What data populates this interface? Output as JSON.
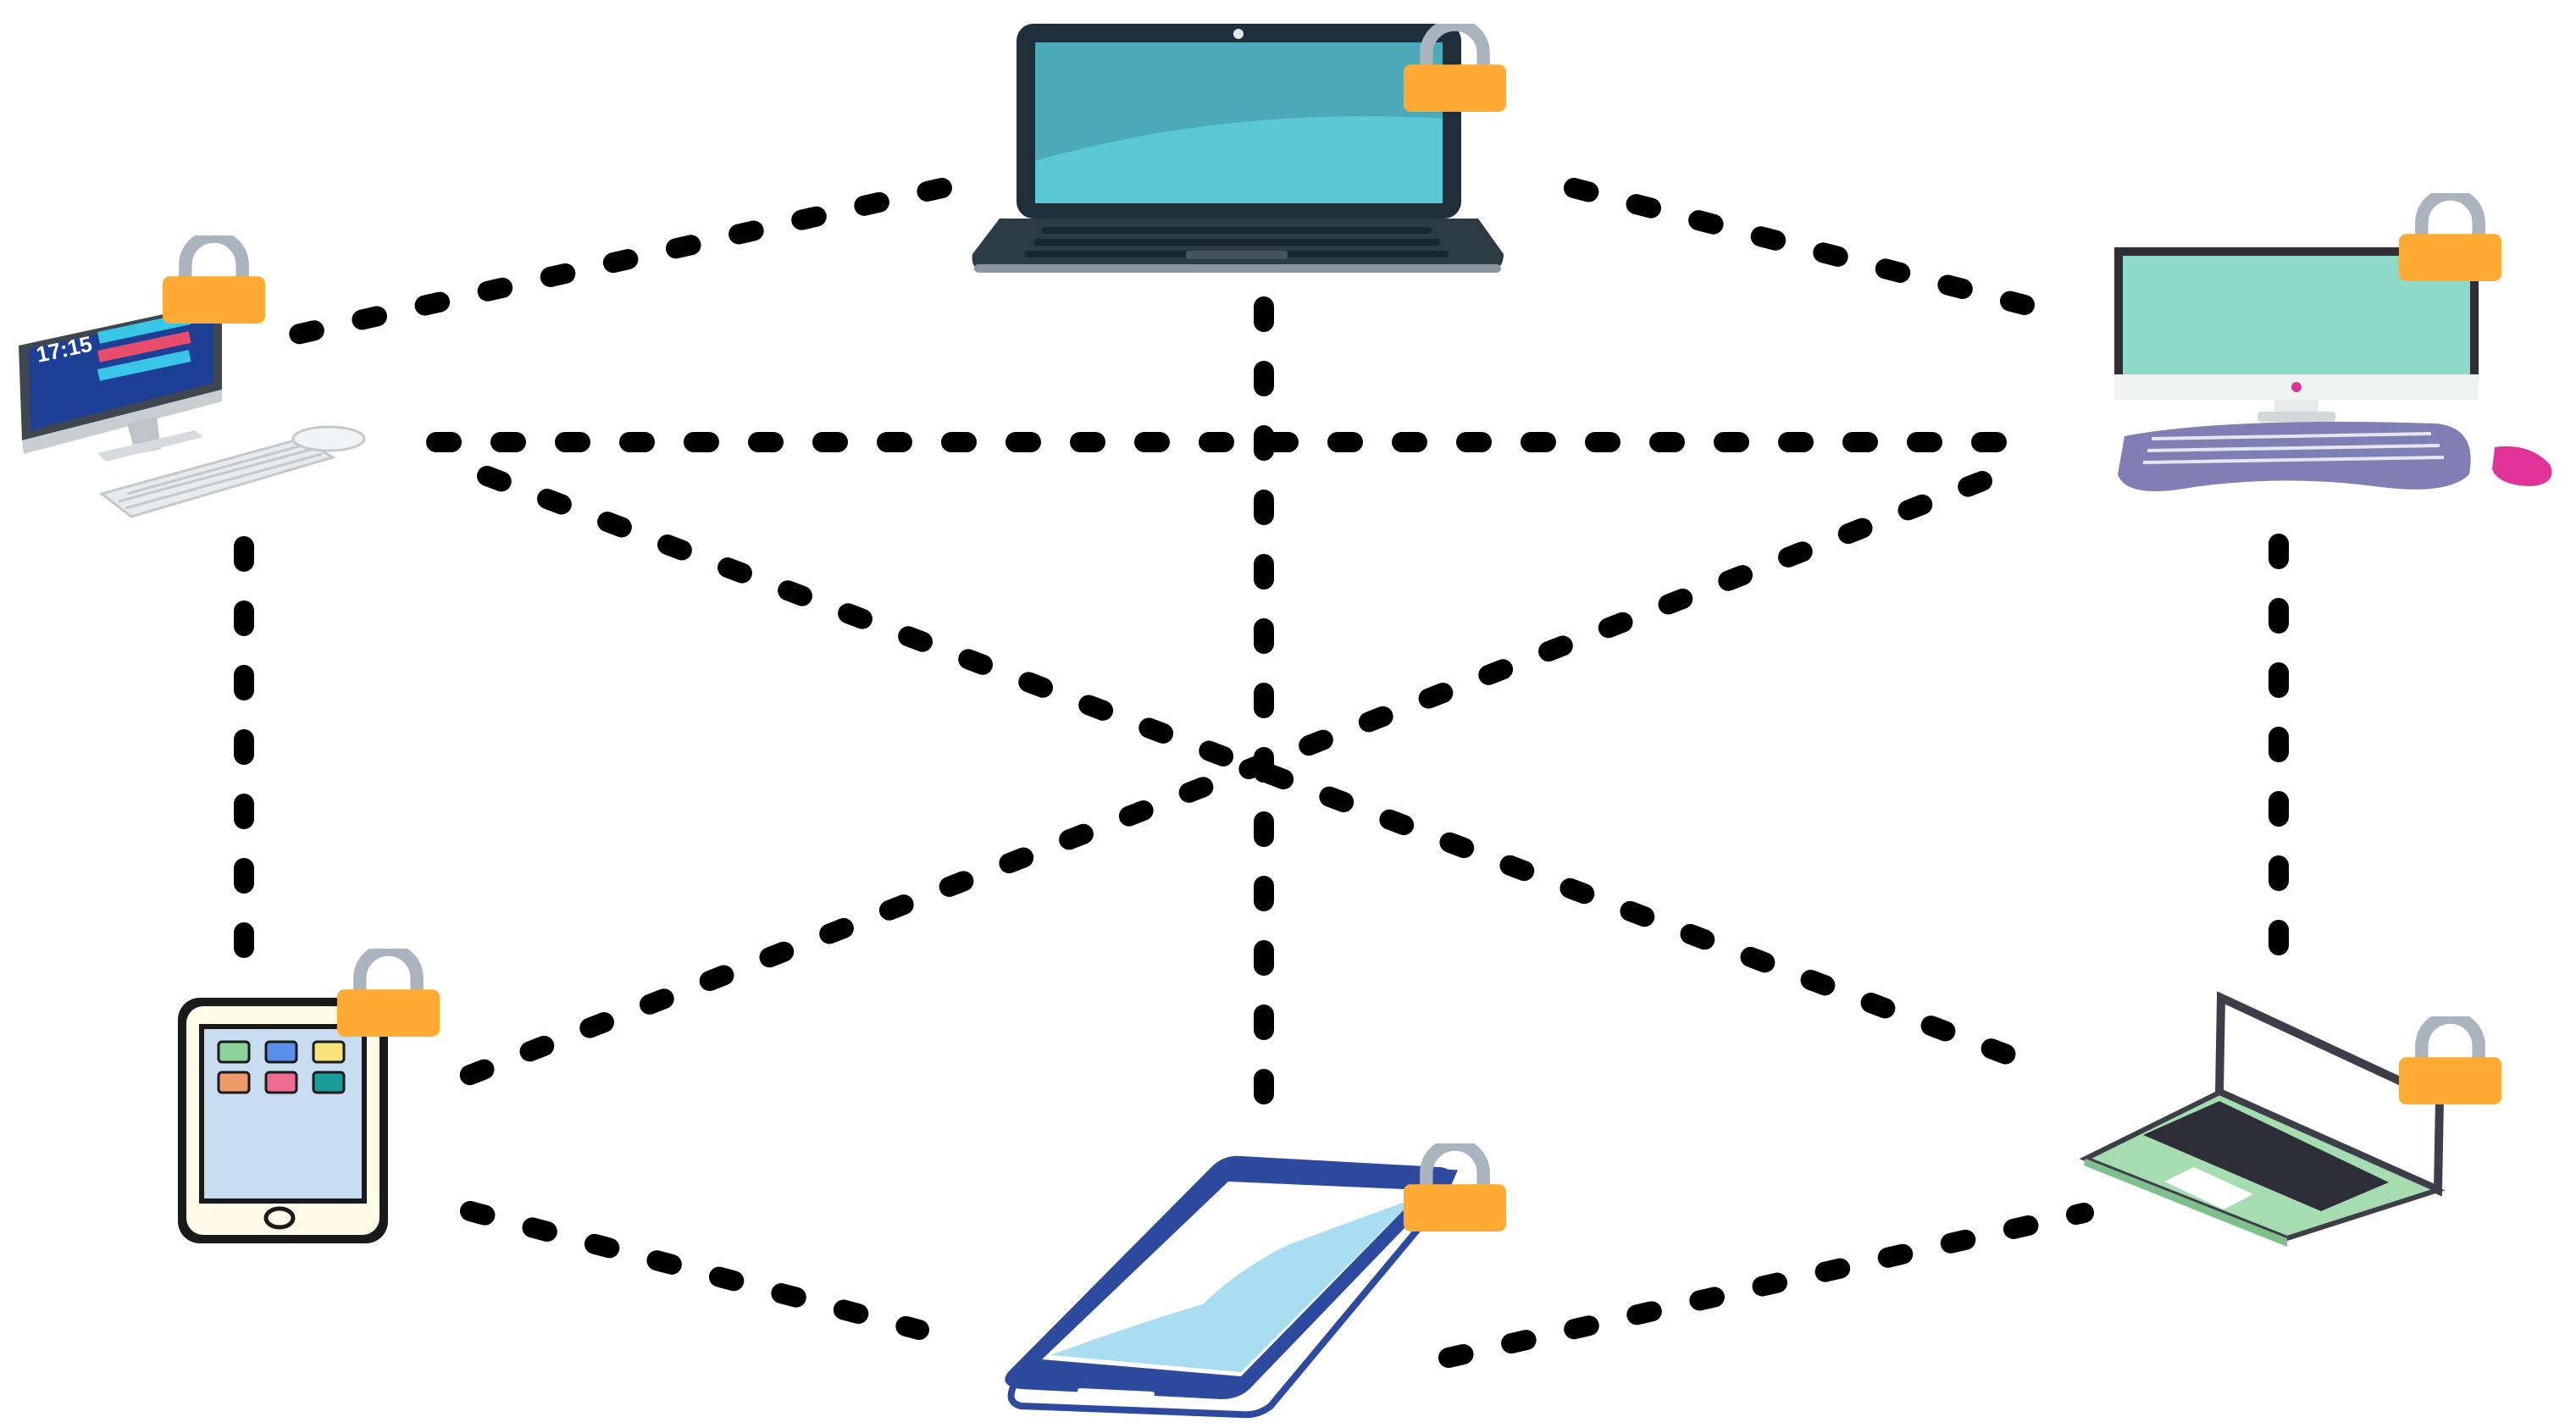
{
  "diagram": {
    "nodes": [
      {
        "id": "laptop-top",
        "kind": "laptop",
        "locked": true
      },
      {
        "id": "desktop-left",
        "kind": "desktop-computer",
        "locked": true,
        "screen_time": "17:15"
      },
      {
        "id": "desktop-right",
        "kind": "desktop-computer",
        "locked": true
      },
      {
        "id": "tablet-left",
        "kind": "tablet",
        "locked": true
      },
      {
        "id": "phone-bottom",
        "kind": "smartphone",
        "locked": true
      },
      {
        "id": "laptop-right",
        "kind": "laptop",
        "locked": true
      }
    ],
    "connections": [
      [
        "laptop-top",
        "desktop-left"
      ],
      [
        "laptop-top",
        "desktop-right"
      ],
      [
        "laptop-top",
        "phone-bottom"
      ],
      [
        "desktop-left",
        "desktop-right"
      ],
      [
        "desktop-left",
        "laptop-right"
      ],
      [
        "desktop-right",
        "tablet-left"
      ],
      [
        "desktop-left",
        "tablet-left"
      ],
      [
        "desktop-right",
        "laptop-right"
      ],
      [
        "tablet-left",
        "phone-bottom"
      ],
      [
        "phone-bottom",
        "laptop-right"
      ]
    ],
    "connection_style": "dotted",
    "colors": {
      "lock_body": "#FFAA33",
      "lock_shackle": "#A9B4BE",
      "dot": "#000000",
      "laptop_screen": "#4BA9B8",
      "desktop_right_screen": "#8ED9C8",
      "keyboard_purple": "#7F7FB5",
      "mouse_pink": "#E0339A",
      "phone_blue": "#2D4A9E",
      "tablet_screen": "#C9DDF0",
      "green_laptop": "#A6DDB0"
    }
  }
}
